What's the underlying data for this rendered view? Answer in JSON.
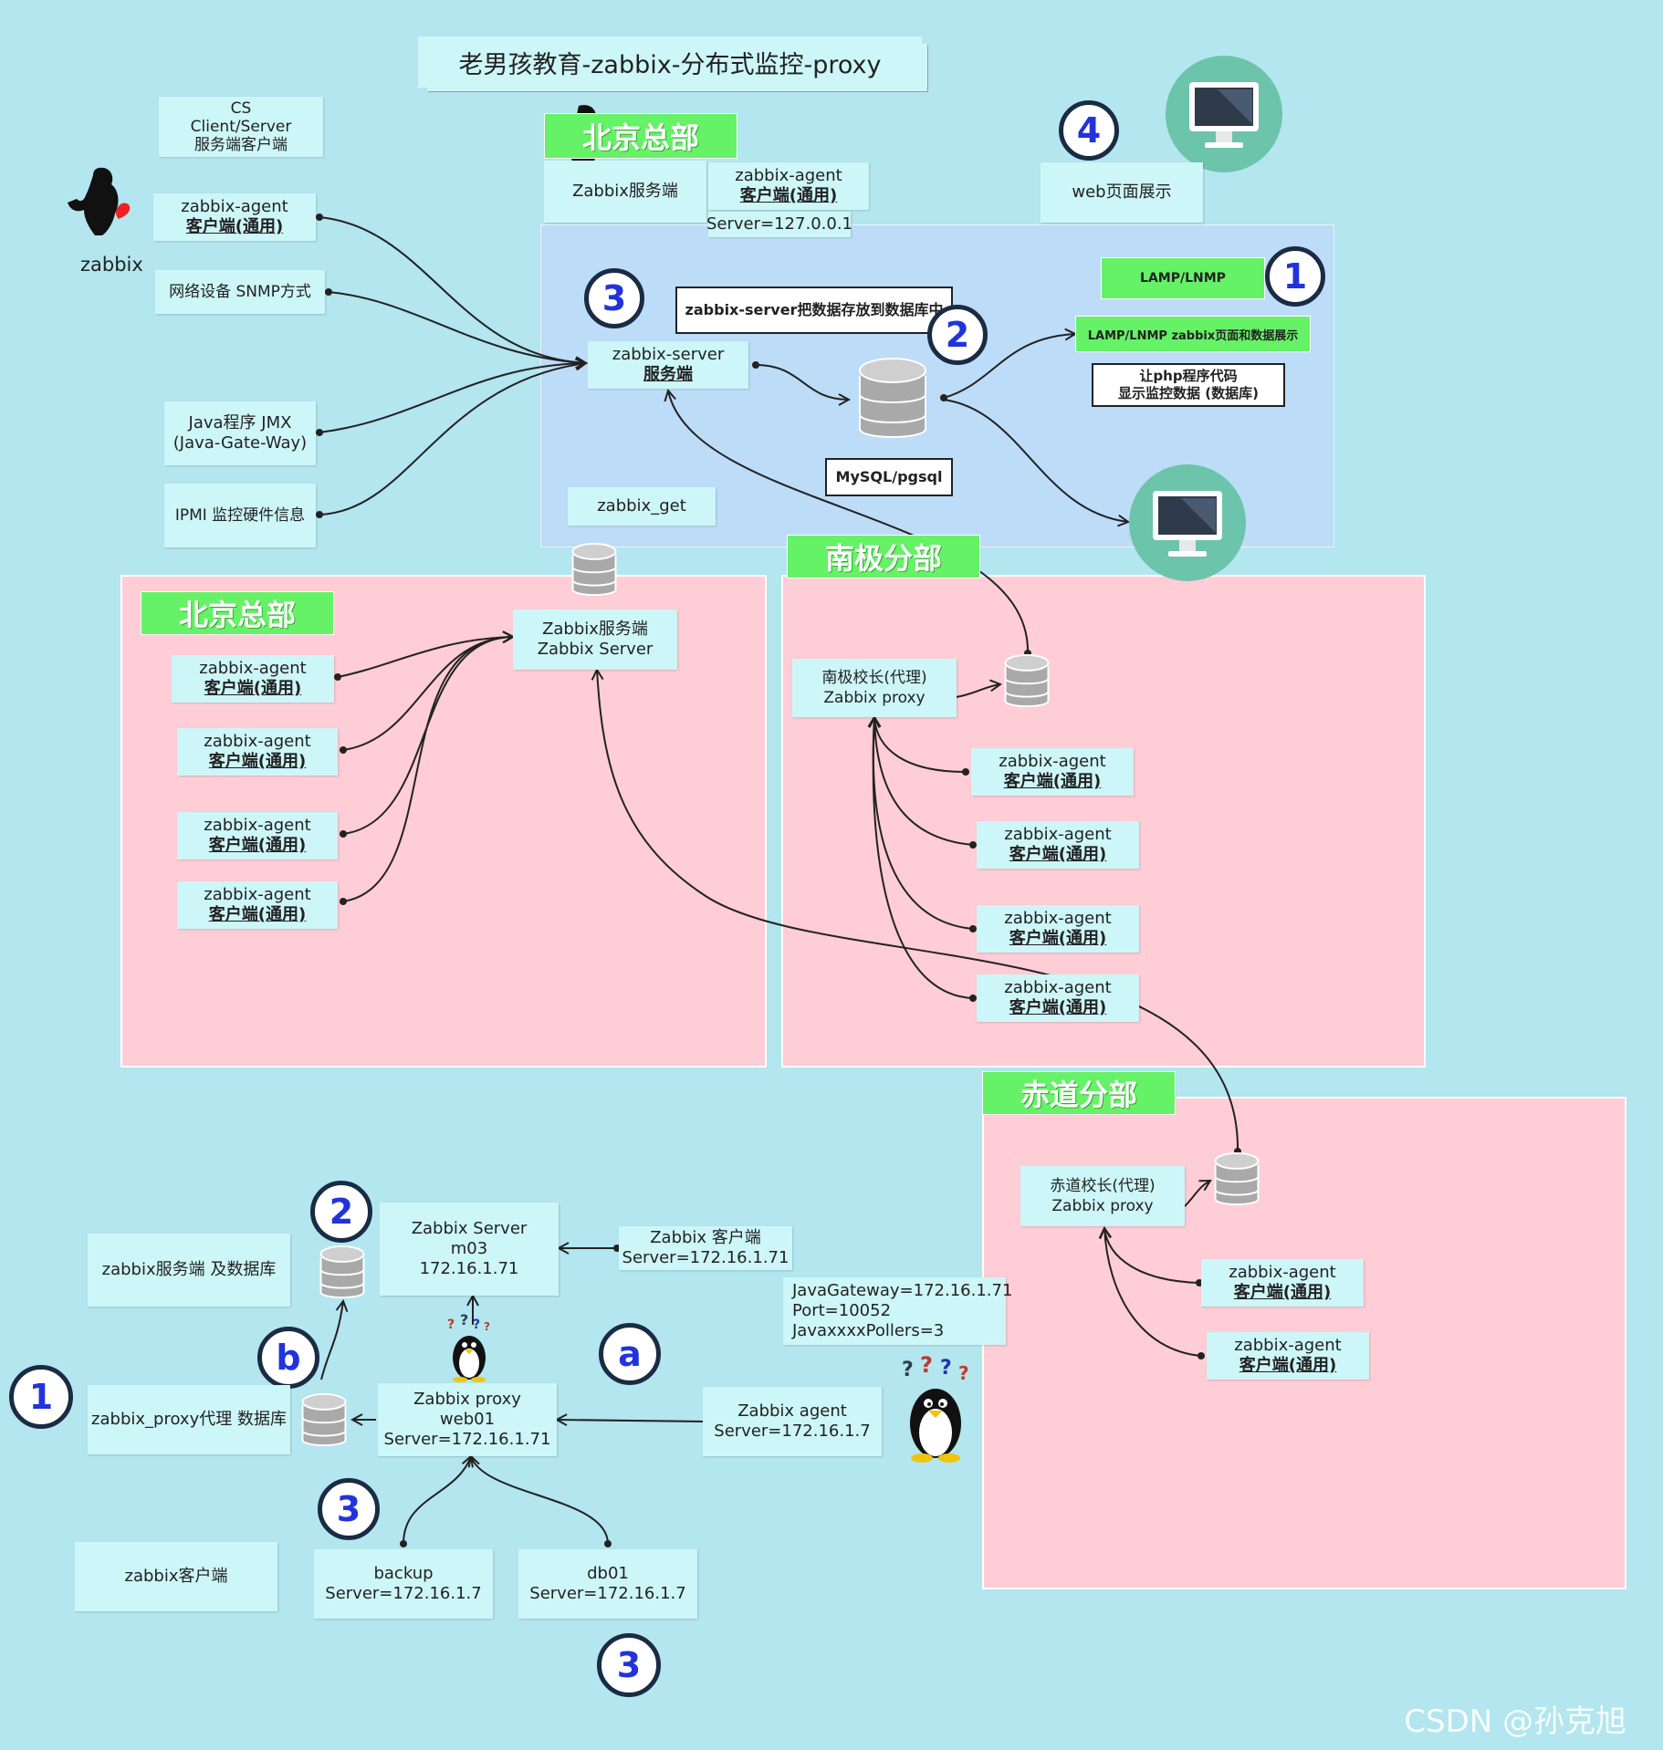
{
  "title": "老男孩教育-zabbix-分布式监控-proxy",
  "zabbix_label": "zabbix",
  "top": {
    "cs": [
      "CS",
      "Client/Server",
      "服务端客户端"
    ],
    "agent": {
      "line1": "zabbix-agent",
      "line2": "客户端(通用)"
    },
    "snmp": "网络设备 SNMP方式",
    "jmx": [
      "Java程序 JMX",
      "(Java-Gate-Way)"
    ],
    "ipmi": "IPMI 监控硬件信息",
    "hq_tag": "北京总部",
    "server_label": "Zabbix服务端",
    "agent2": {
      "line1": "zabbix-agent",
      "line2": "客户端(通用)"
    },
    "server_ip": "Server=127.0.0.1",
    "web": "web页面展示",
    "zs": {
      "line1": "zabbix-server",
      "line2": "服务端"
    },
    "store": "zabbix-server把数据存放到数据库中",
    "lamp": "LAMP/LNMP",
    "lamp2": "LAMP/LNMP zabbix页面和数据展示",
    "php": [
      "让php程序代码",
      "显示监控数据 (数据库)"
    ],
    "db": "MySQL/pgsql",
    "get": "zabbix_get",
    "nums": {
      "n1": "1",
      "n2": "2",
      "n3": "3",
      "n4": "4"
    }
  },
  "beijing": {
    "tag": "北京总部",
    "server": [
      "Zabbix服务端",
      "Zabbix Server"
    ],
    "agents": [
      {
        "line1": "zabbix-agent",
        "line2": "客户端(通用)"
      },
      {
        "line1": "zabbix-agent",
        "line2": "客户端(通用)"
      },
      {
        "line1": "zabbix-agent",
        "line2": "客户端(通用)"
      },
      {
        "line1": "zabbix-agent",
        "line2": "客户端(通用)"
      }
    ]
  },
  "nanji": {
    "tag": "南极分部",
    "proxy": [
      "南极校长(代理)",
      "Zabbix proxy"
    ],
    "agents": [
      {
        "line1": "zabbix-agent",
        "line2": "客户端(通用)"
      },
      {
        "line1": "zabbix-agent",
        "line2": "客户端(通用)"
      },
      {
        "line1": "zabbix-agent",
        "line2": "客户端(通用)"
      },
      {
        "line1": "zabbix-agent",
        "line2": "客户端(通用)"
      }
    ]
  },
  "chidao": {
    "tag": "赤道分部",
    "proxy": [
      "赤道校长(代理)",
      "Zabbix proxy"
    ],
    "agents": [
      {
        "line1": "zabbix-agent",
        "line2": "客户端(通用)"
      },
      {
        "line1": "zabbix-agent",
        "line2": "客户端(通用)"
      }
    ]
  },
  "bottom": {
    "server_db": "zabbix服务端 及数据库",
    "server": [
      "Zabbix Server",
      "m03",
      "172.16.1.71"
    ],
    "client": [
      "Zabbix 客户端",
      "Server=172.16.1.71"
    ],
    "java": [
      "JavaGateway=172.16.1.71",
      "Port=10052",
      "JavaxxxxPollers=3"
    ],
    "proxy_db": "zabbix_proxy代理 数据库",
    "proxy": [
      "Zabbix proxy",
      "web01",
      "Server=172.16.1.71"
    ],
    "agent": [
      "Zabbix agent",
      "Server=172.16.1.7"
    ],
    "client_label": "zabbix客户端",
    "backup": [
      "backup",
      "Server=172.16.1.7"
    ],
    "db01": [
      "db01",
      "Server=172.16.1.7"
    ],
    "nums": {
      "one": "1",
      "two": "2",
      "b": "b",
      "a": "a",
      "three": "3",
      "three2": "3"
    }
  },
  "watermark": "CSDN @孙克旭"
}
